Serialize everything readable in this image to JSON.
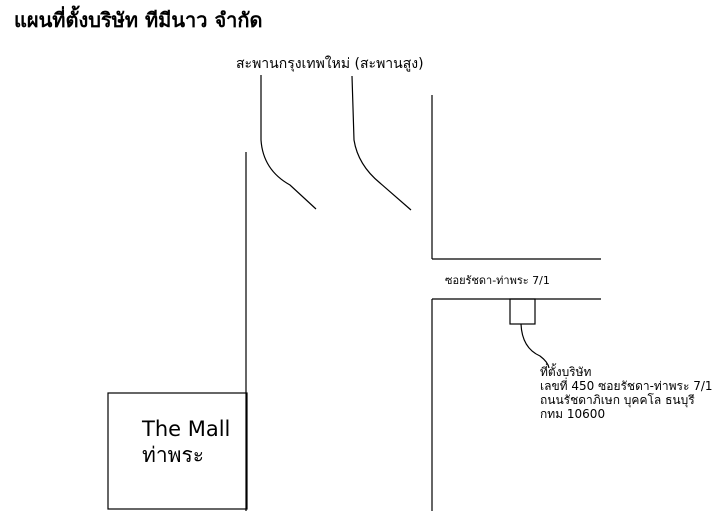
{
  "title": "แผนที่ตั้งบริษัท ทีมีนาว จำกัด",
  "bridge_label": "สะพานกรุงเทพใหม่ (สะพานสูง)",
  "soi_label": "ซอยรัชดา-ท่าพระ 7/1",
  "company_location": {
    "heading": "ที่ตั้งบริษัท",
    "address_line1": "เลขที่ 450 ซอยรัชดา-ท่าพระ 7/1",
    "address_line2": "ถนนรัชดาภิเษก บุคคโล ธนบุรี",
    "address_line3": "กทม 10600"
  },
  "landmark": {
    "name_en": "The Mall",
    "name_th": "ท่าพระ"
  }
}
